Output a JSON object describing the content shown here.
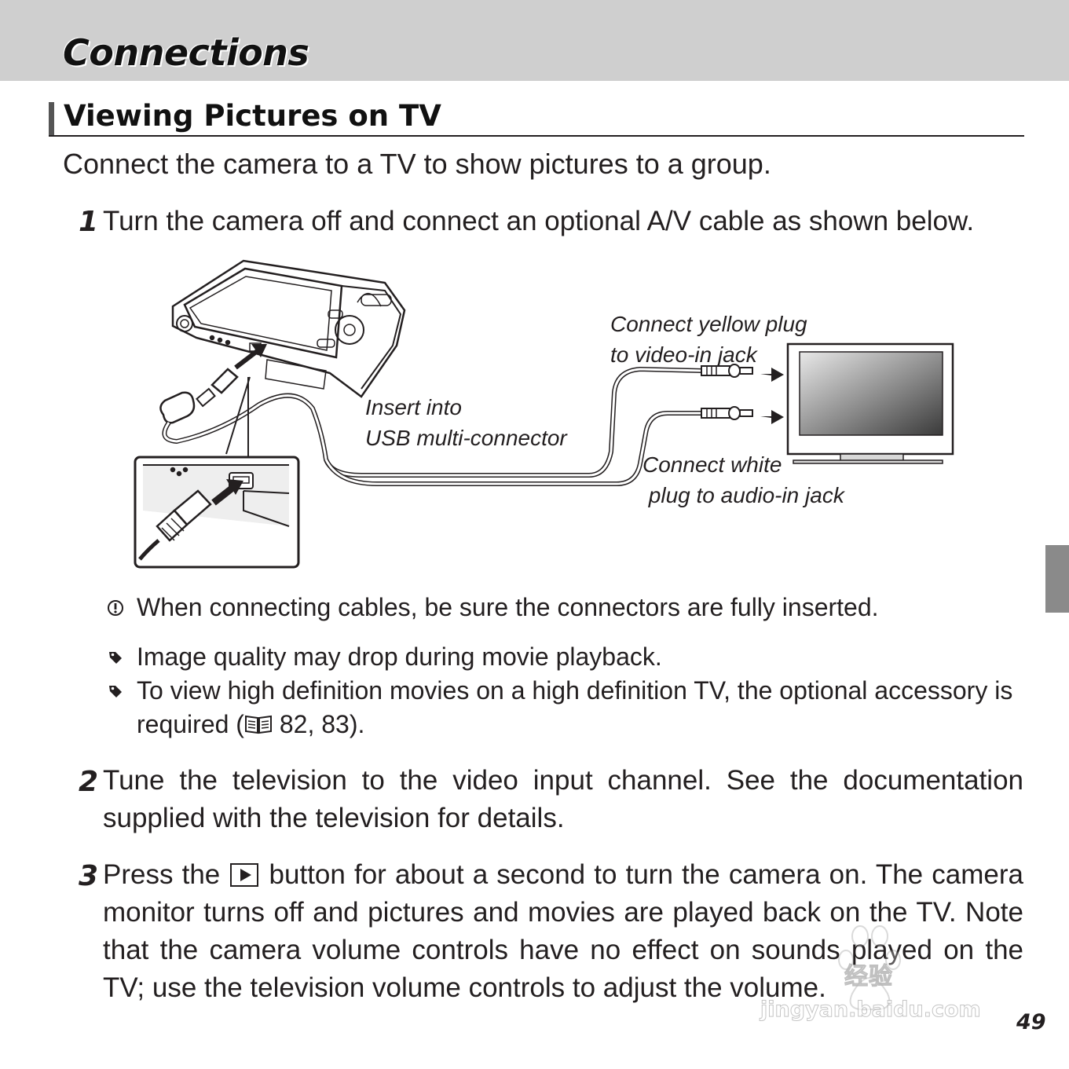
{
  "header": {
    "chapter_title": "Connections"
  },
  "section": {
    "title": "Viewing Pictures on TV",
    "intro": "Connect the camera to a TV to show pictures to a group."
  },
  "steps": [
    {
      "number": "1",
      "text": "Turn the camera off and connect an optional A/V cable as shown below."
    },
    {
      "number": "2",
      "text": "Tune the television to the video input channel.  See the documentation supplied with the television for details."
    },
    {
      "number": "3",
      "text_before": "Press the",
      "button_icon": "playback-button-icon",
      "text_after": "button for about a second to turn the camera on.  The camera monitor turns off and pictures and movies are played back on the TV.  Note that the camera volume controls have no effect on sounds played on the TV; use the television volume controls to adjust the volume."
    }
  ],
  "figure": {
    "callouts": {
      "usb": "Insert into\nUSB multi-connector",
      "yellow": "Connect yellow plug\nto video-in jack",
      "white": "Connect white\n plug to audio-in jack"
    }
  },
  "notes": [
    {
      "icon": "caution-icon",
      "glyph": "!",
      "text": "When connecting cables, be sure the connectors are fully inserted."
    },
    {
      "icon": "note-pencil-icon",
      "glyph": "✎",
      "text": "Image quality may drop during movie playback."
    },
    {
      "icon": "note-pencil-icon",
      "glyph": "✎",
      "text_before": "To view high definition movies on a high definition TV, the optional accessory is required (",
      "ref_icon": "book-reference-icon",
      "text_after": " 82, 83)."
    }
  ],
  "page_number": "49",
  "watermark": {
    "text": "经验",
    "url": "jingyan.baidu.com",
    "logo": "baidu-paw-logo"
  }
}
